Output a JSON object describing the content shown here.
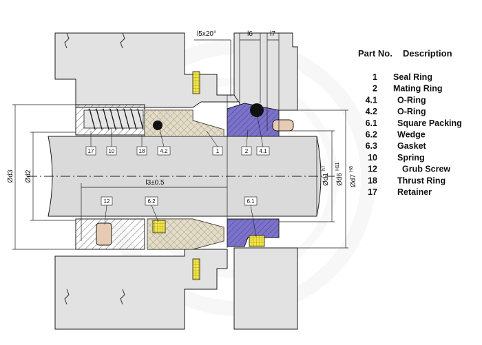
{
  "dimensions": {
    "chamfer": "l5x20°",
    "l6": "l6",
    "l7": "l7",
    "l3": "l3±0.5",
    "d3": "Ød3",
    "d2": "Ød2",
    "d1": "Ød1",
    "d1_tol": "h7",
    "d6": "Ød6",
    "d6_tol": "H11",
    "d7": "Ød7",
    "d7_tol": "H8"
  },
  "part_tags": [
    "17",
    "10",
    "18",
    "4.2",
    "1",
    "2",
    "4.1",
    "12",
    "6.2",
    "6.1"
  ],
  "legend": {
    "header_no": "Part No.",
    "header_desc": "Description",
    "items": [
      {
        "no": "1",
        "desc": "Seal Ring"
      },
      {
        "no": "2",
        "desc": "Mating Ring"
      },
      {
        "no": "4.1",
        "desc": "O-Ring"
      },
      {
        "no": "4.2",
        "desc": "O-Ring"
      },
      {
        "no": "6.1",
        "desc": "Square Packing"
      },
      {
        "no": "6.2",
        "desc": "Wedge"
      },
      {
        "no": "6.3",
        "desc": "Gasket"
      },
      {
        "no": "10",
        "desc": "Spring"
      },
      {
        "no": "12",
        "desc": "Grub Screw"
      },
      {
        "no": "18",
        "desc": "Thrust Ring"
      },
      {
        "no": "17",
        "desc": "Retainer"
      }
    ]
  },
  "colors": {
    "housing": "#e2e2e2",
    "shaft": "#dadada",
    "seal_ring": "#cbbf9c",
    "mating_ring": "#7b72c9",
    "gasket": "#f4e642",
    "retainer": "#c9c9c9",
    "grub_screw": "#e7cbb3",
    "line": "#1a1a1a"
  }
}
